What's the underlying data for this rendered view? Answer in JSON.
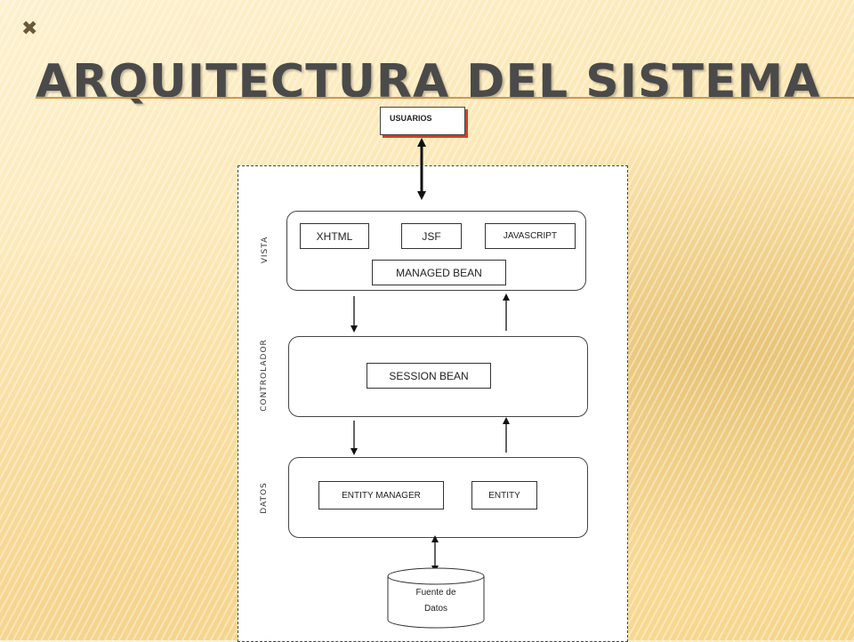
{
  "slide": {
    "bullet_mark": "✖",
    "title": "ARQUITECTURA DEL SISTEMA"
  },
  "diagram": {
    "users_label": "USUARIOS",
    "layers": {
      "vista": {
        "label": "VISTA",
        "components": {
          "xhtml": "XHTML",
          "jsf": "JSF",
          "javascript": "JAVASCRIPT",
          "managed_bean": "MANAGED BEAN"
        }
      },
      "controlador": {
        "label": "CONTROLADOR",
        "components": {
          "session_bean": "SESSION BEAN"
        }
      },
      "datos": {
        "label": "DATOS",
        "components": {
          "entity_manager": "ENTITY MANAGER",
          "entity": "ENTITY"
        }
      }
    },
    "data_source": {
      "line1": "Fuente de",
      "line2": "Datos"
    }
  },
  "colors": {
    "title_rule": "#cf9a49",
    "users_shadow": "#d93a2a"
  }
}
